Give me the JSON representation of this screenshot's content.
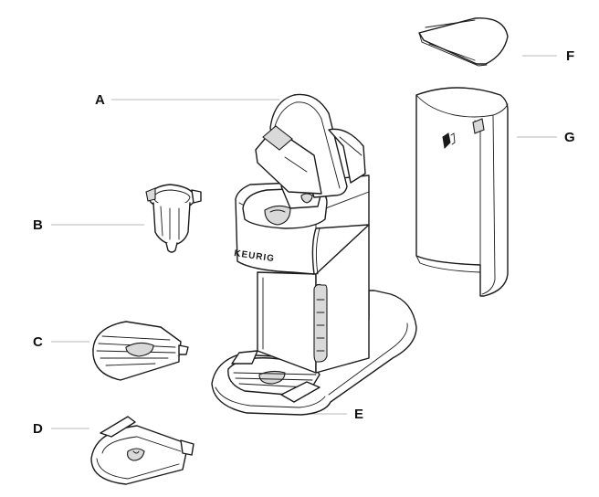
{
  "diagram": {
    "brand_text": "KEURIG",
    "callouts": [
      {
        "id": "A",
        "label": "A"
      },
      {
        "id": "B",
        "label": "B"
      },
      {
        "id": "C",
        "label": "C"
      },
      {
        "id": "D",
        "label": "D"
      },
      {
        "id": "E",
        "label": "E"
      },
      {
        "id": "F",
        "label": "F"
      },
      {
        "id": "G",
        "label": "G"
      }
    ]
  }
}
